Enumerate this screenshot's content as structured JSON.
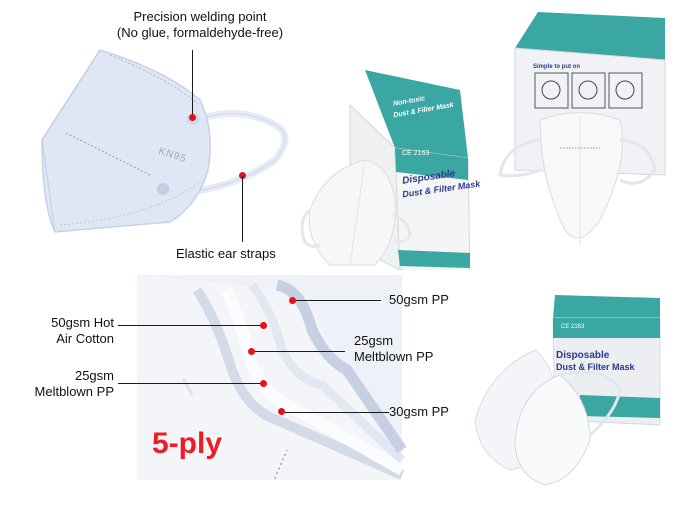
{
  "panels": {
    "top_left": {
      "annotations": {
        "welding_point_line1": "Precision welding point",
        "welding_point_line2": "(No glue, formaldehyde-free)",
        "ear_straps": "Elastic ear straps"
      },
      "mask_print": "KN95"
    },
    "top_middle": {
      "box_lid_line1": "Non-toxic",
      "box_lid_line2": "Dust & Filter Mask",
      "box_ce": "CE 2163",
      "box_title_line1": "Disposable",
      "box_title_line2": "Dust & Filter Mask"
    },
    "top_right": {
      "box_instructions_title": "Simple to put on"
    },
    "bottom_left": {
      "layers": [
        {
          "label_line1": "50gsm PP",
          "label_line2": ""
        },
        {
          "label_line1": "50gsm Hot",
          "label_line2": "Air Cotton"
        },
        {
          "label_line1": "25gsm",
          "label_line2": "Meltblown PP"
        },
        {
          "label_line1": "25gsm",
          "label_line2": "Meltblown PP"
        },
        {
          "label_line1": "30gsm PP",
          "label_line2": ""
        }
      ],
      "ply_badge": "5-ply"
    },
    "bottom_right": {
      "box_ce": "CE 2163",
      "box_title_line1": "Disposable",
      "box_title_line2": "Dust & Filter Mask"
    }
  },
  "colors": {
    "annotation_dot": "#e8101a",
    "ply_text": "#ee1c25",
    "box_teal": "#3aa7a3",
    "box_text_blue": "#2b3a8a"
  }
}
